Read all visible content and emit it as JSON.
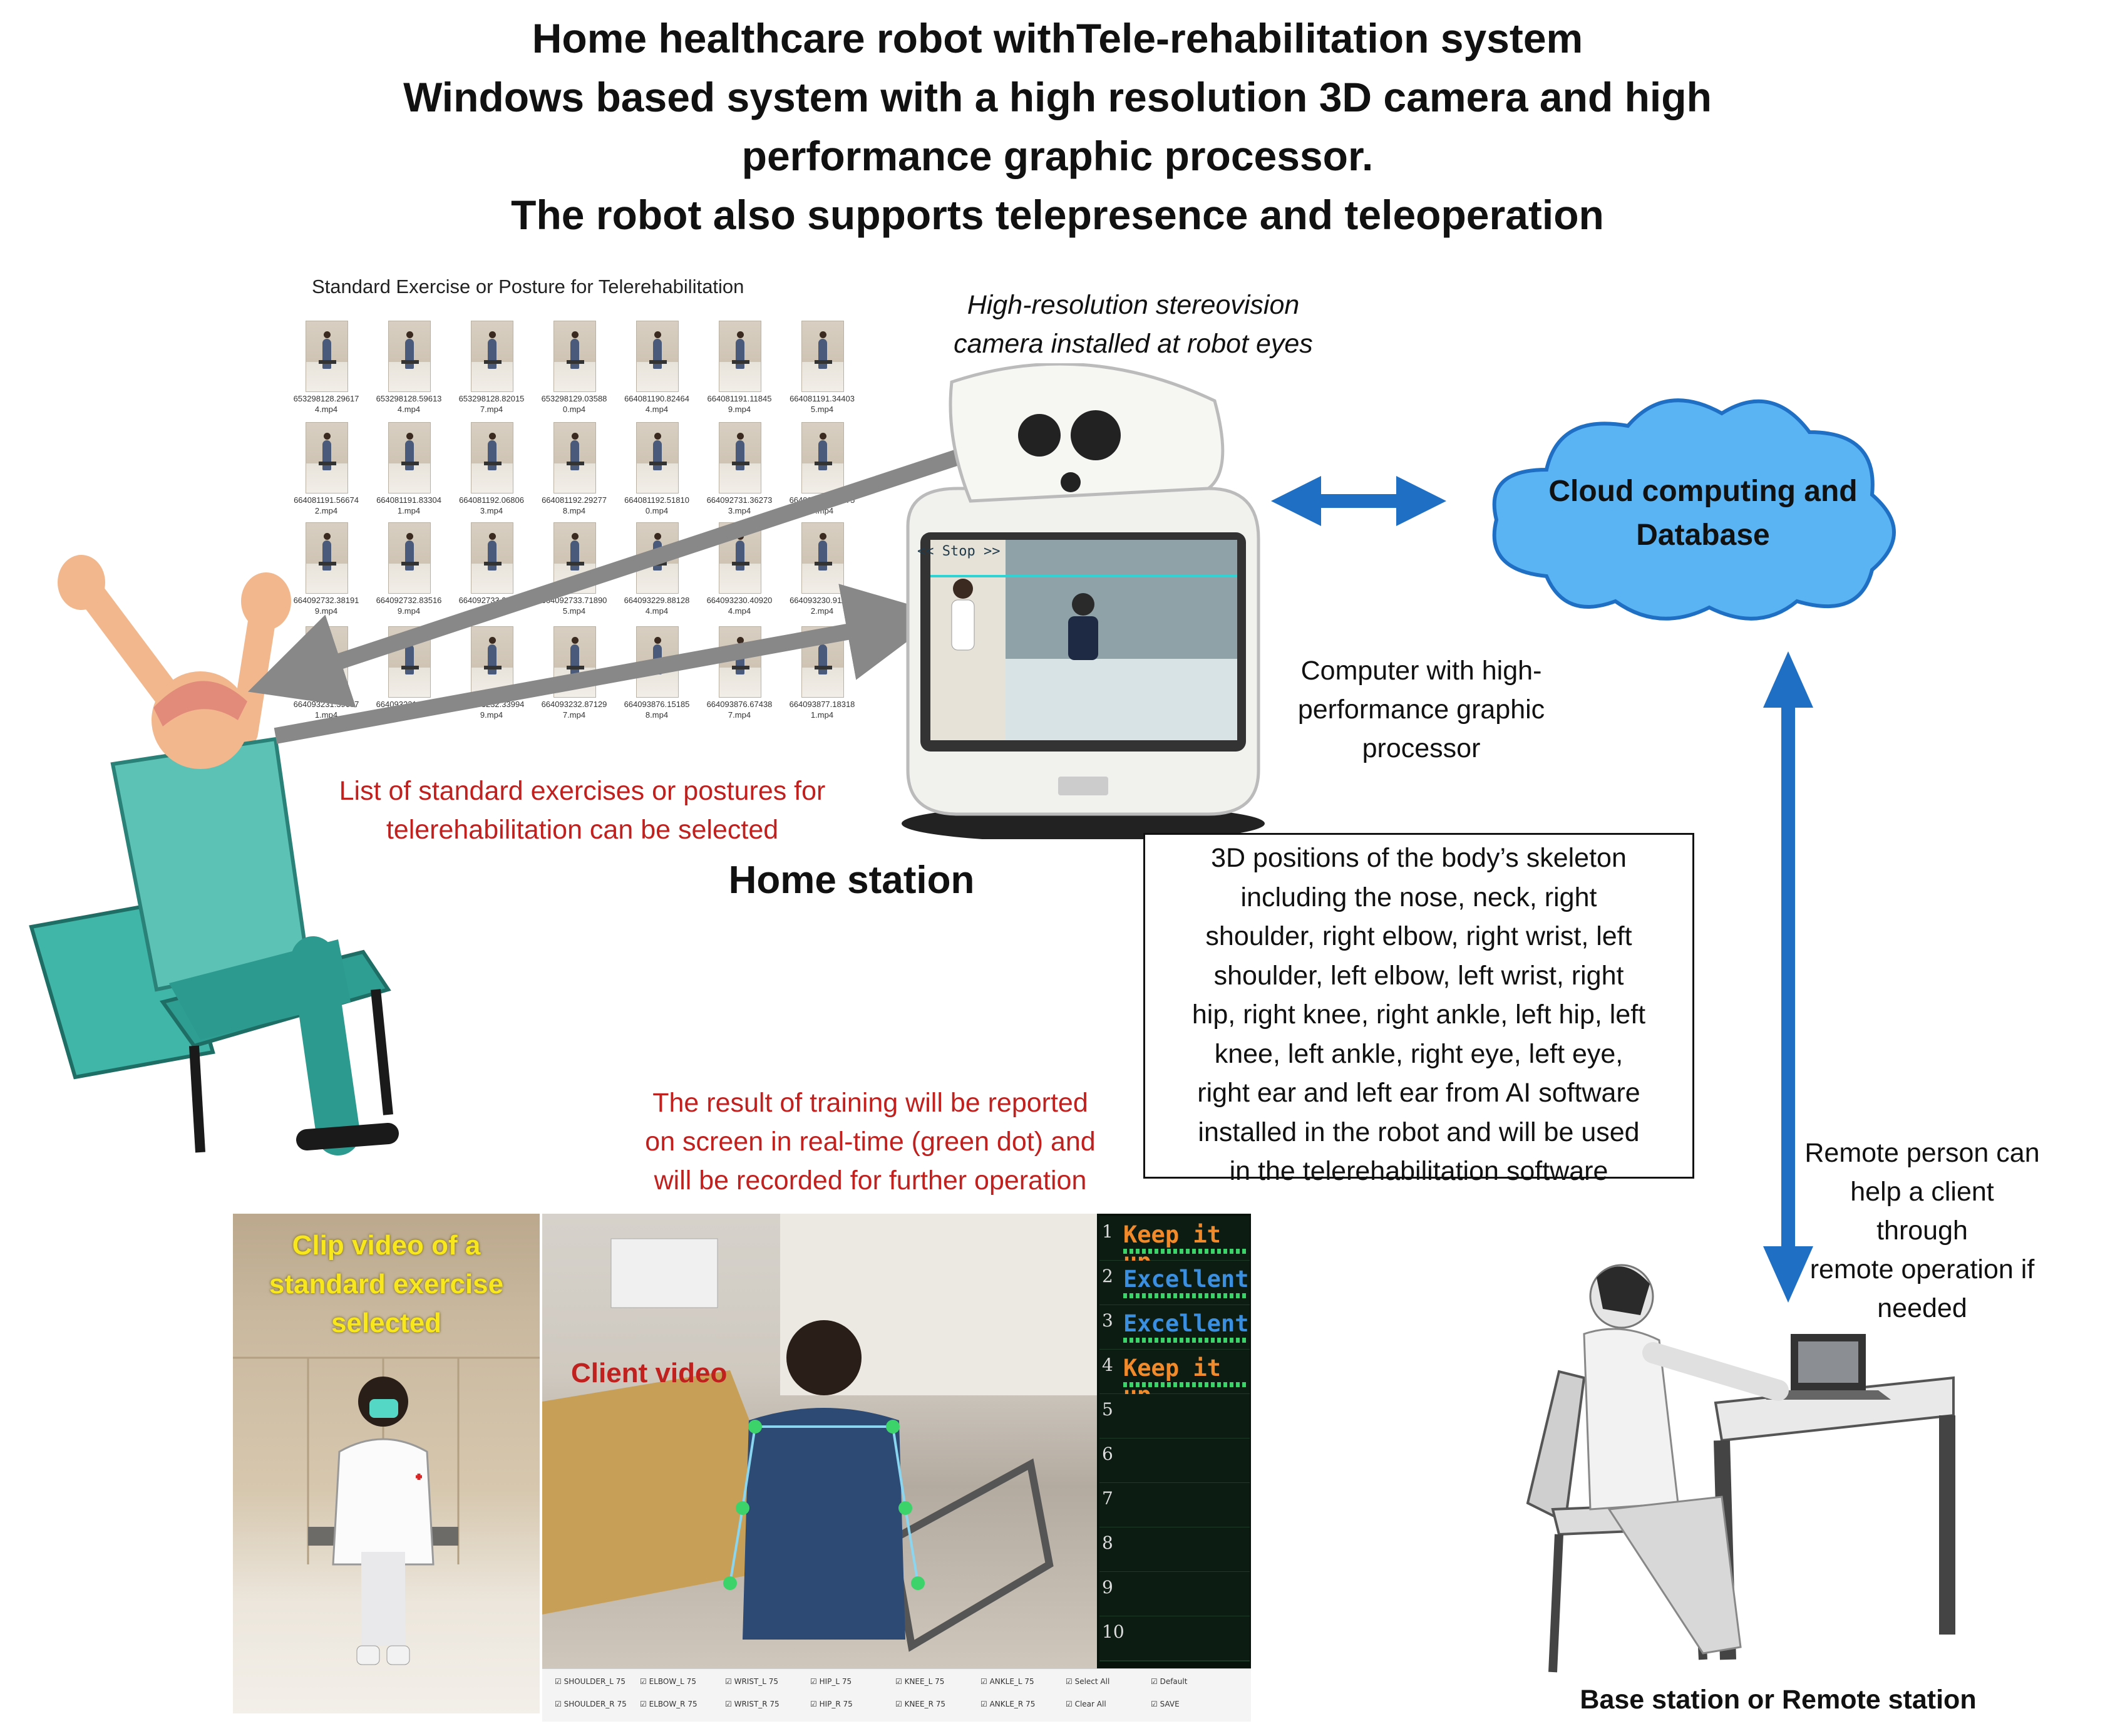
{
  "title_lines": [
    "Home healthcare robot withTele-rehabilitation system",
    "Windows based system with a high resolution 3D camera and high",
    "performance graphic processor.",
    "The robot also supports telepresence and teleoperation"
  ],
  "gallery": {
    "title": "Standard Exercise or Posture  for Telerehabilitation",
    "rows": [
      [
        "653298128.29617\n4.mp4",
        "653298128.59613\n4.mp4",
        "653298128.82015\n7.mp4",
        "653298129.03588\n0.mp4",
        "664081190.82464\n4.mp4",
        "664081191.11845\n9.mp4",
        "664081191.34403\n5.mp4"
      ],
      [
        "664081191.56674\n2.mp4",
        "664081191.83304\n1.mp4",
        "664081192.06806\n3.mp4",
        "664081192.29277\n8.mp4",
        "664081192.51810\n0.mp4",
        "664092731.36273\n3.mp4",
        "664092731.92475\n7.mp4"
      ],
      [
        "664092732.38191\n9.mp4",
        "664092732.83516\n9.mp4",
        "664092733.27321\n7.mp4",
        "664092733.71890\n5.mp4",
        "664093229.88128\n4.mp4",
        "664093230.40920\n4.mp4",
        "664093230.91126\n2.mp4"
      ],
      [
        "664093231.39087\n1.mp4",
        "664093231.87038\n4.mp4",
        "664093232.33994\n9.mp4",
        "664093232.87129\n7.mp4",
        "664093876.15185\n8.mp4",
        "664093876.67438\n7.mp4",
        "664093877.18318\n1.mp4"
      ]
    ]
  },
  "labels": {
    "camera": [
      "High-resolution stereovision",
      "camera installed at robot eyes"
    ],
    "cloud": [
      "Cloud computing and",
      "Database"
    ],
    "computer": [
      "Computer with high-",
      "performance graphic",
      "processor"
    ],
    "exercise_list": [
      "List of standard exercises or postures for",
      "telerehabilitation can be selected"
    ],
    "home_station": "Home station",
    "skeleton": [
      "3D positions of the body’s skeleton",
      "including the nose, neck, right",
      "shoulder, right elbow, right wrist, left",
      "shoulder, left elbow, left wrist, right",
      "hip, right knee, right ankle, left hip, left",
      "knee, left ankle, right eye, left eye,",
      "right ear and left ear from AI software",
      "installed in the robot and will be used",
      "in the telerehabilitation software"
    ],
    "result": [
      "The result of training will be reported",
      "on screen in real-time (green dot) and",
      "will be recorded for further operation"
    ],
    "remote": [
      "Remote person can",
      "help a client through",
      "remote operation if",
      "needed"
    ],
    "base_station": "Base station or Remote station",
    "clip_video": [
      "Clip video of a",
      "standard exercise",
      "selected"
    ],
    "client_video": "Client video",
    "robot_screen": "<<  Stop  >>"
  },
  "scores": [
    {
      "num": "1",
      "text": "Keep it up",
      "color": "#f08a2a"
    },
    {
      "num": "2",
      "text": "Excellent",
      "color": "#3a8fe0"
    },
    {
      "num": "3",
      "text": "Excellent",
      "color": "#3a8fe0"
    },
    {
      "num": "4",
      "text": "Keep it up",
      "color": "#f08a2a"
    },
    {
      "num": "5",
      "text": "",
      "color": "#f08a2a"
    },
    {
      "num": "6",
      "text": "",
      "color": "#f08a2a"
    },
    {
      "num": "7",
      "text": "",
      "color": "#f08a2a"
    },
    {
      "num": "8",
      "text": "",
      "color": "#f08a2a"
    },
    {
      "num": "9",
      "text": "",
      "color": "#f08a2a"
    },
    {
      "num": "10",
      "text": "",
      "color": "#f08a2a"
    }
  ],
  "checkboxes": [
    [
      "SHOULDER_L 75",
      "ELBOW_L 75",
      "WRIST_L 75",
      "HIP_L 75",
      "KNEE_L 75",
      "ANKLE_L 75",
      "Select All",
      "Default"
    ],
    [
      "SHOULDER_R 75",
      "ELBOW_R 75",
      "WRIST_R 75",
      "HIP_R 75",
      "KNEE_R 75",
      "ANKLE_R 75",
      "Clear All",
      "SAVE"
    ]
  ],
  "colors": {
    "arrow_blue": "#1f6fc4",
    "cloud_fill": "#5ab4f3",
    "red_text": "#c0211f",
    "yellow_text": "#f7e71c",
    "score_green": "#3cd36a"
  }
}
